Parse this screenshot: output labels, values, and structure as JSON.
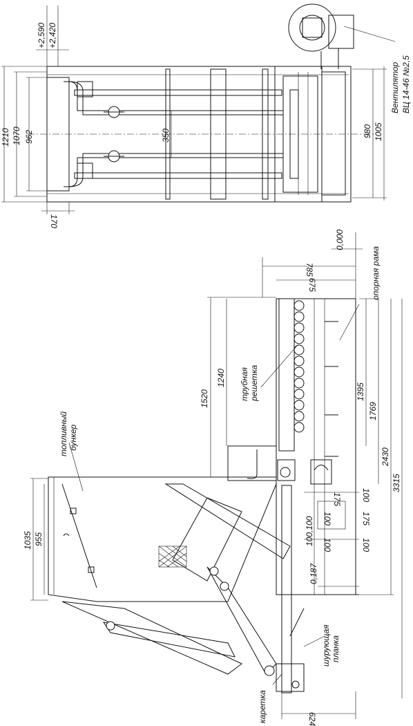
{
  "top_view": {
    "elev_high": "+2,590",
    "elev_low": "+2,420",
    "width_outer": "1210",
    "width_mid": "1070",
    "width_inner": "962",
    "gap": "350",
    "depth_170": "170",
    "dim_980": "980",
    "dim_1005": "1005",
    "fan_label_line1": "Вентилятор",
    "fan_label_line2": "ВЦ 14-46 №2,5"
  },
  "side_view": {
    "zero_mark": "0,000",
    "dim_785": "785",
    "dim_675": "675",
    "dim_1520": "1520",
    "dim_1240": "1240",
    "dim_1395": "1395",
    "dim_1769": "1769",
    "dim_2430": "2430",
    "dim_3315": "3315",
    "dim_1035": "1035",
    "dim_955": "955",
    "dim_175_a": "175",
    "dim_175_b": "175",
    "dim_100_a": "100",
    "dim_100_b": "100",
    "dim_100_c": "100",
    "dim_100_d": "100",
    "dim_100_100": "100,100",
    "mark_0187": "0,187",
    "dim_624": "624",
    "label_grate_line1": "трубная",
    "label_grate_line2": "решетка",
    "label_frame": "опорная рама",
    "label_hopper_line1": "топливный",
    "label_hopper_line2": "бункер",
    "label_poker_line1": "шурующая",
    "label_poker_line2": "планка",
    "label_carriage": "каретка"
  }
}
